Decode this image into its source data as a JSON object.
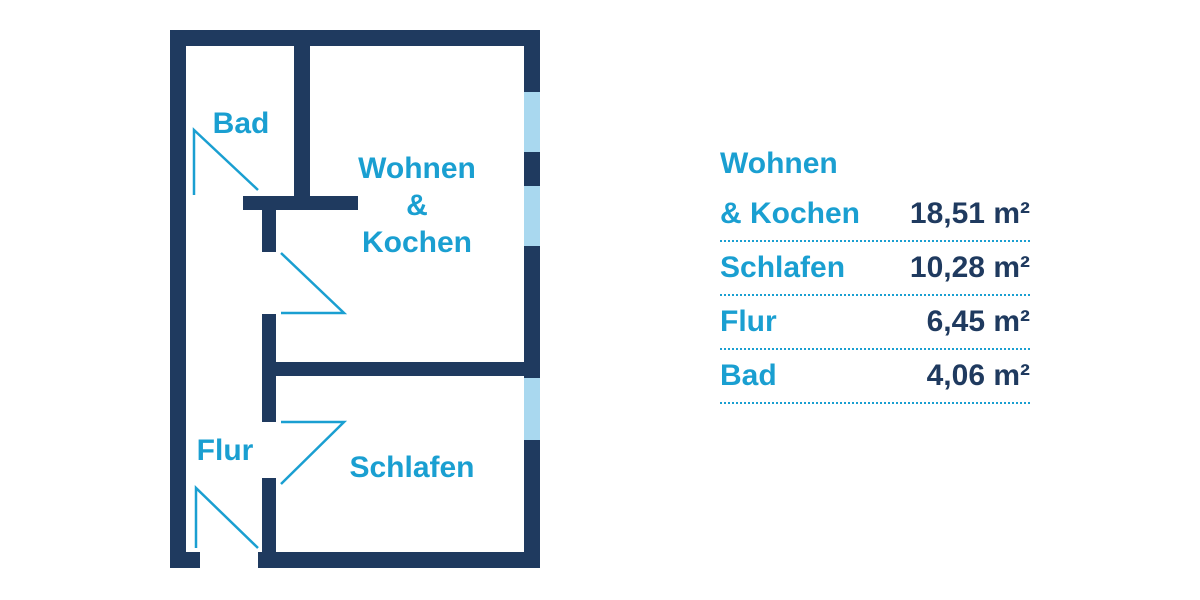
{
  "colors": {
    "wall": "#1f3a5f",
    "window": "#a9d8ef",
    "door": "#1a9fd1",
    "label": "#1a9fd1",
    "value": "#1f3a5f"
  },
  "plan": {
    "rooms": {
      "bad": "Bad",
      "wohnen_line1": "Wohnen",
      "wohnen_line2": "&",
      "wohnen_line3": "Kochen",
      "flur": "Flur",
      "schlafen": "Schlafen"
    }
  },
  "areas": {
    "heading": "Wohnen",
    "rows": [
      {
        "name": "& Kochen",
        "value": "18,51 m²"
      },
      {
        "name": "Schlafen",
        "value": "10,28 m²"
      },
      {
        "name": "Flur",
        "value": "6,45 m²"
      },
      {
        "name": "Bad",
        "value": "4,06 m²"
      }
    ]
  }
}
